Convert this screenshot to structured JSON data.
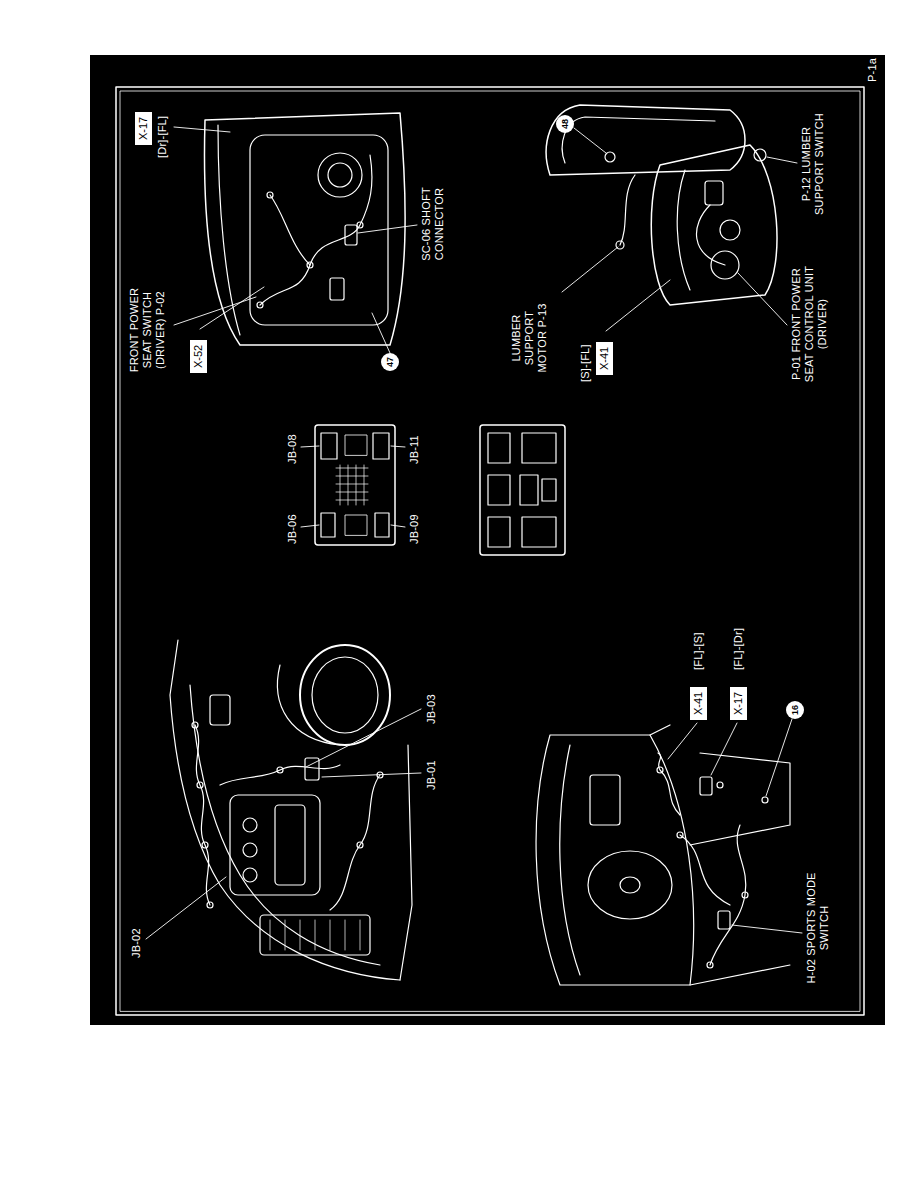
{
  "diagram": {
    "nodes": [
      {
        "text": [
          "X-52"
        ]
      },
      {
        "text": [
          "X-17"
        ]
      },
      {
        "text": [
          "47"
        ]
      },
      {
        "text": [
          "X-41"
        ]
      },
      {
        "text": [
          "48"
        ]
      },
      {
        "text": [
          "X-41"
        ]
      },
      {
        "text": [
          "X-17"
        ]
      },
      {
        "text": [
          "16"
        ]
      }
    ],
    "labels": [
      "P-1a",
      "JB-02",
      "JB-03",
      "JB-01",
      "JB-06",
      "JB-08",
      "JB-09",
      "JB-11",
      "FRONT POWER SEAT SWITCH (DRIVER) P-02",
      "[Dr]-[FL]",
      "SC-06 SHOFT CONNECTOR",
      "LUMBER SUPPORT MOTOR P-13",
      "[S]-[FL]",
      "P-01 FRONT POWER SEAT CONTROL UNIT (DRIVER)",
      "P-12 LUMBER SUPPORT SWITCH",
      "[FL]-[S]",
      "[FL]-[Dr]",
      "H-02 SPORTS MODE SWITCH"
    ]
  }
}
